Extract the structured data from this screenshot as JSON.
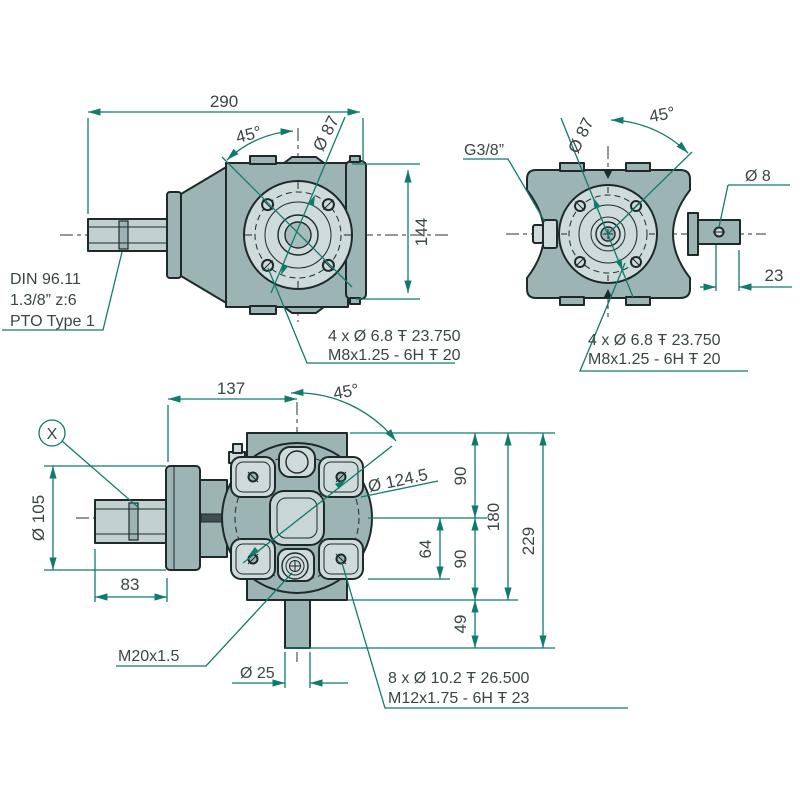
{
  "colors": {
    "body": "#9db4b4",
    "flange_light": "#cfdbdb",
    "outline": "#1e2a2a",
    "dimension_green": "#0f7b6b",
    "text": "#3a4545"
  },
  "views": {
    "input_side": {
      "dim_width": "290",
      "angle": "45°",
      "bolt_circle_dia": "Ø 87",
      "dim_height": "144",
      "shaft_spec": [
        "DIN 96.11",
        "1.3/8” z:6",
        "PTO Type 1"
      ],
      "tap_note": [
        "4 x Ø 6.8 Ŧ 23.750",
        "M8x1.25 - 6H Ŧ 20"
      ]
    },
    "output_side": {
      "port": "G3/8”",
      "bolt_circle_dia": "Ø 87",
      "angle": "45°",
      "pin_hole_dia": "Ø 8",
      "dim_hole_to_end": "23",
      "tap_note": [
        "4 x Ø 6.8 Ŧ 23.750",
        "M8x1.25 - 6H Ŧ 20"
      ]
    },
    "top": {
      "detail": "X",
      "dim_flange_to_center": "137",
      "angle": "45°",
      "flange_dia": "Ø 105",
      "dim_shaft_len": "83",
      "bolt_circle_dia": "Ø 124.5",
      "dim_90_upper": "90",
      "dim_64": "64",
      "dim_90_lower": "90",
      "dim_180": "180",
      "dim_229": "229",
      "dim_49": "49",
      "plug_thread": "M20x1.5",
      "shaft_dia": "Ø 25",
      "tap_note": [
        "8 x Ø 10.2 Ŧ 26.500",
        "M12x1.75 - 6H Ŧ 23"
      ]
    }
  }
}
